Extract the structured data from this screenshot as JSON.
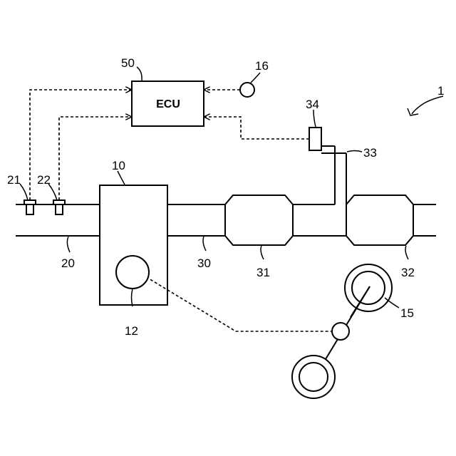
{
  "ecu_label": "ECU",
  "refs": {
    "system": "1",
    "engine": "10",
    "engine_gear": "12",
    "wheel_assembly": "15",
    "speed_sensor": "16",
    "intake_pipe": "20",
    "sensor_21": "21",
    "sensor_22": "22",
    "exhaust_pipe": "30",
    "catalyst_31": "31",
    "catalyst_32": "32",
    "branch_pipe": "33",
    "sensor_34": "34",
    "ecu": "50"
  }
}
